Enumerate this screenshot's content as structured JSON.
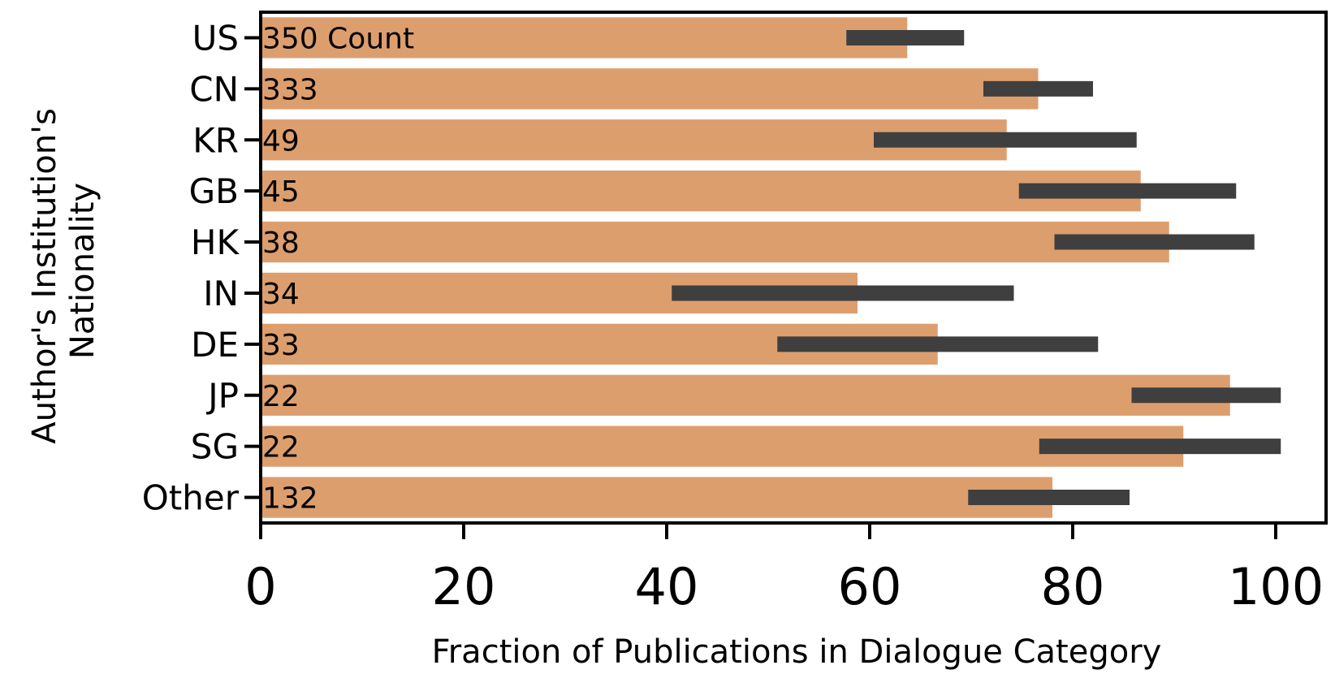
{
  "chart_data": {
    "type": "bar",
    "orientation": "horizontal",
    "title": "",
    "xlabel": "Fraction of Publications in Dialogue Category",
    "ylabel_lines": [
      "Author's Institution's",
      "Nationality"
    ],
    "xlim": [
      0,
      105
    ],
    "x_ticks": [
      0,
      20,
      40,
      60,
      80,
      100
    ],
    "grid": false,
    "legend": "none",
    "bar_color": "#dd9e6e",
    "error_color": "#3f3f3f",
    "categories": [
      "US",
      "CN",
      "KR",
      "GB",
      "HK",
      "IN",
      "DE",
      "JP",
      "SG",
      "Other"
    ],
    "values": [
      63.7,
      76.6,
      73.5,
      86.7,
      89.5,
      58.8,
      66.7,
      95.5,
      90.9,
      78.0
    ],
    "error_low": [
      57.7,
      71.2,
      60.4,
      74.7,
      78.2,
      40.5,
      50.9,
      85.8,
      76.7,
      69.7
    ],
    "error_high": [
      69.3,
      82.0,
      86.3,
      96.1,
      97.9,
      74.2,
      82.5,
      100.5,
      100.5,
      85.6
    ],
    "bar_labels": [
      "350 Count",
      "333",
      "49",
      "45",
      "38",
      "34",
      "33",
      "22",
      "22",
      "132"
    ]
  }
}
